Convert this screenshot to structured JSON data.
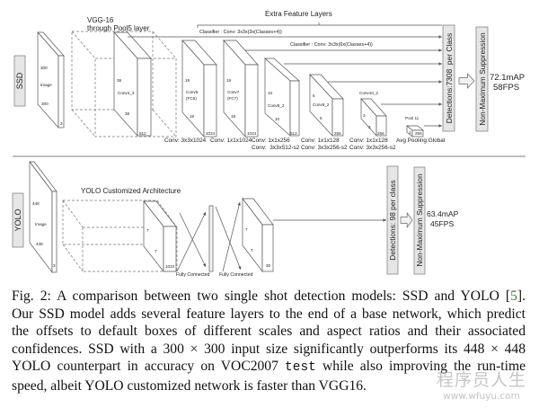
{
  "colors": {
    "box_fill": "#e6e6e6",
    "stroke": "#555555",
    "ref_link": "#2a8a2a"
  },
  "ssd": {
    "label": "SSD",
    "vgg_title_1": "VGG-16",
    "vgg_title_2": "through Pool5 layer",
    "extra_title": "Extra Feature Layers",
    "classifier_1": "Classifier : Conv: 3x3x(3x(Classes+4))",
    "classifier_2": "Classifier : Conv: 3x3x(6x(Classes+4))",
    "image": {
      "name": "Image",
      "h": "300",
      "w": "300",
      "c": "3"
    },
    "conv4_3": {
      "name": "Conv4_3",
      "h": "38",
      "w": "38",
      "c": "512"
    },
    "conv6": {
      "name": "Conv6",
      "sub": "(FC6)",
      "h": "19",
      "w": "19",
      "c": "1024"
    },
    "conv7": {
      "name": "Conv7",
      "sub": "(FC7)",
      "h": "19",
      "w": "19",
      "c": "1024"
    },
    "conv8_2": {
      "name": "Conv8_2",
      "h": "10",
      "w": "10",
      "c": "512"
    },
    "conv9_2": {
      "name": "Conv9_2",
      "h": "5",
      "w": "5",
      "c": "256"
    },
    "conv10_2": {
      "name": "Conv10_2",
      "h": "3",
      "w": "3",
      "c": "256"
    },
    "pool11": {
      "name": "Pool 11",
      "h": "1",
      "c": "256"
    },
    "ops": [
      "Conv: 3x3x1024",
      "Conv: 1x1x1024",
      "Conv: 1x1x256",
      "Conv: 1x1x128",
      "Conv: 1x1x128",
      "Avg Pooling:Global"
    ],
    "ops2": [
      "Conv:  3x3x512-s2",
      "Conv: 3x3x256-s2",
      "Conv: 3x3x256-s2"
    ],
    "detections": "Detections:7308  per Class",
    "nms": "Non-Maximum Suppression",
    "map": "72.1mAP",
    "fps": "58FPS"
  },
  "yolo": {
    "label": "YOLO",
    "arch_title": "YOLO Customized Architecture",
    "image": {
      "name": "Image",
      "h": "448",
      "w": "448",
      "c": "3"
    },
    "feat": {
      "h": "7",
      "w": "7",
      "c": "1024"
    },
    "out": {
      "h": "7",
      "w": "7",
      "c": "30"
    },
    "fc_1": "Fully Connected",
    "fc_2": "Fully Connected",
    "detections": "Detections: 98 per class",
    "nms": "Non-Maximum Suppression",
    "map": "63.4mAP",
    "fps": "45FPS"
  },
  "caption": {
    "l1_pre": "Fig. 2: A comparison between two single shot detection models: SSD and YOLO [",
    "l1_ref": "5",
    "l1_post": "].",
    "l2": "Our SSD model adds several feature layers to the end of a base network, which predict",
    "l3": "the offsets to default boxes of different scales and aspect ratios and their associated",
    "l4": "confidences. SSD with a 300 × 300 input size significantly outperforms its 448 × 448",
    "l5_pre": "YOLO counterpart in accuracy on VOC2007 ",
    "l5_code": "test",
    "l5_post": " while also improving the run-time",
    "l6": "speed, albeit YOLO customized network is faster than VGG16."
  },
  "watermark": {
    "line1": "程序员人生",
    "line2": "www.wfuyu.com"
  }
}
